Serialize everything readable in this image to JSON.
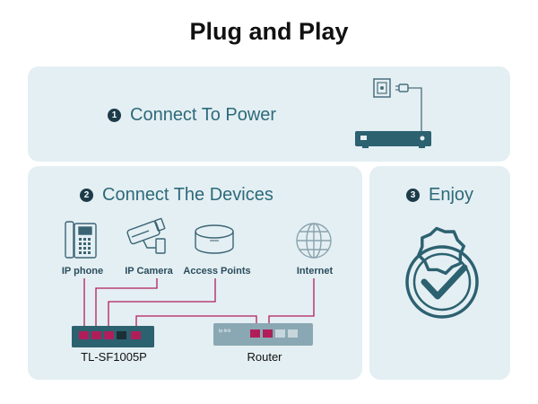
{
  "title": "Plug and Play",
  "steps": [
    {
      "number": "1",
      "label": "Connect To Power"
    },
    {
      "number": "2",
      "label": "Connect The Devices"
    },
    {
      "number": "3",
      "label": "Enjoy"
    }
  ],
  "devices": {
    "ip_phone": "IP phone",
    "ip_camera": "IP Camera",
    "access_points": "Access Points",
    "internet": "Internet"
  },
  "switch_label": "TL-SF1005P",
  "router_label": "Router",
  "colors": {
    "panel_bg": "#e4eff3",
    "accent_teal": "#2d6a7a",
    "cable_magenta": "#b01e5a",
    "switch_body": "#2c6170"
  }
}
